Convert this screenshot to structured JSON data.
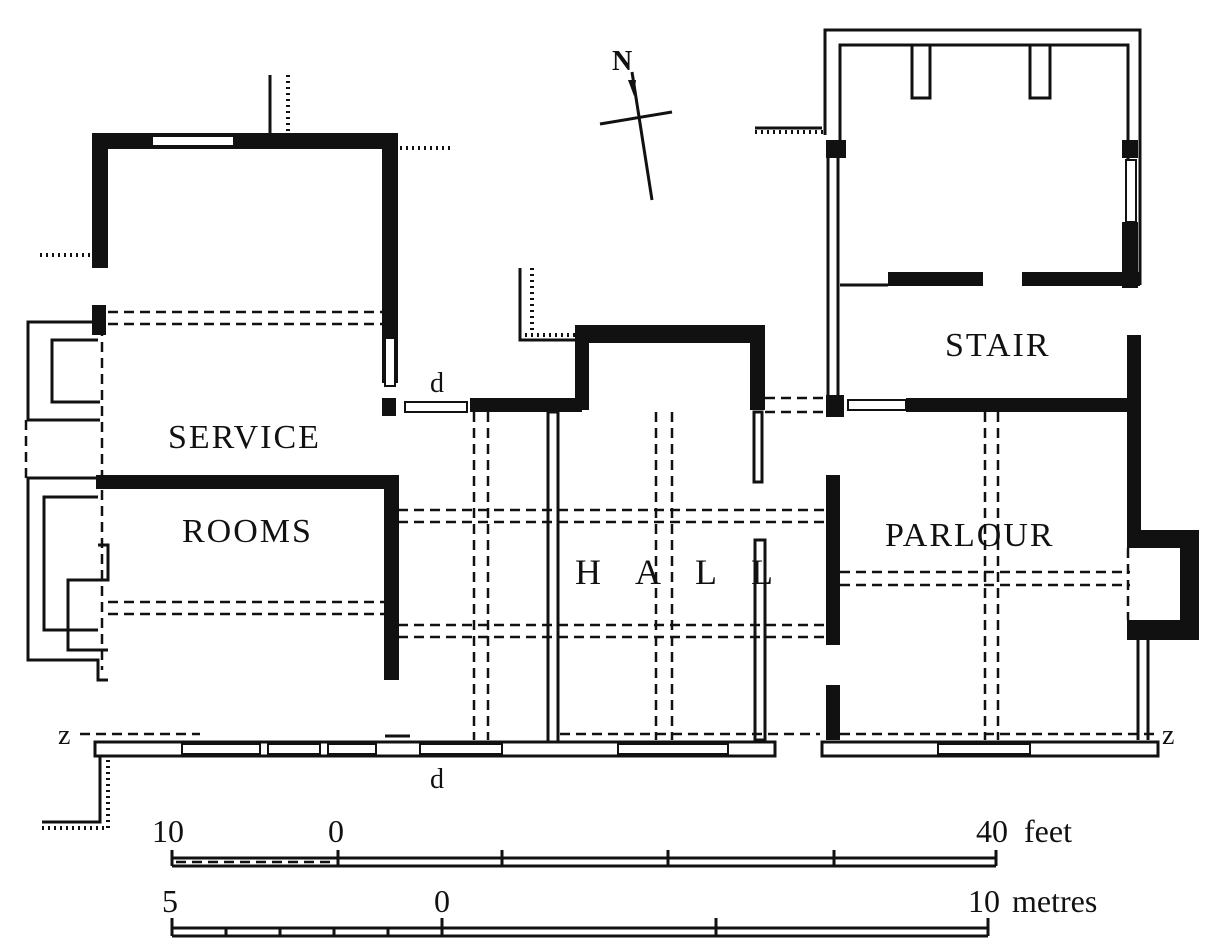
{
  "rooms": {
    "service_line1": "SERVICE",
    "service_line2": "ROOMS",
    "hall": "HALL",
    "stair": "STAIR",
    "parlour": "PARLOUR"
  },
  "markers": {
    "door_top": "d",
    "door_bottom": "d",
    "section_left": "z",
    "section_right": "z",
    "north": "N"
  },
  "scales": {
    "feet": {
      "ticks": [
        "10",
        "0",
        "40"
      ],
      "unit": "feet"
    },
    "metres": {
      "ticks": [
        "5",
        "0",
        "10"
      ],
      "unit": "metres"
    }
  }
}
